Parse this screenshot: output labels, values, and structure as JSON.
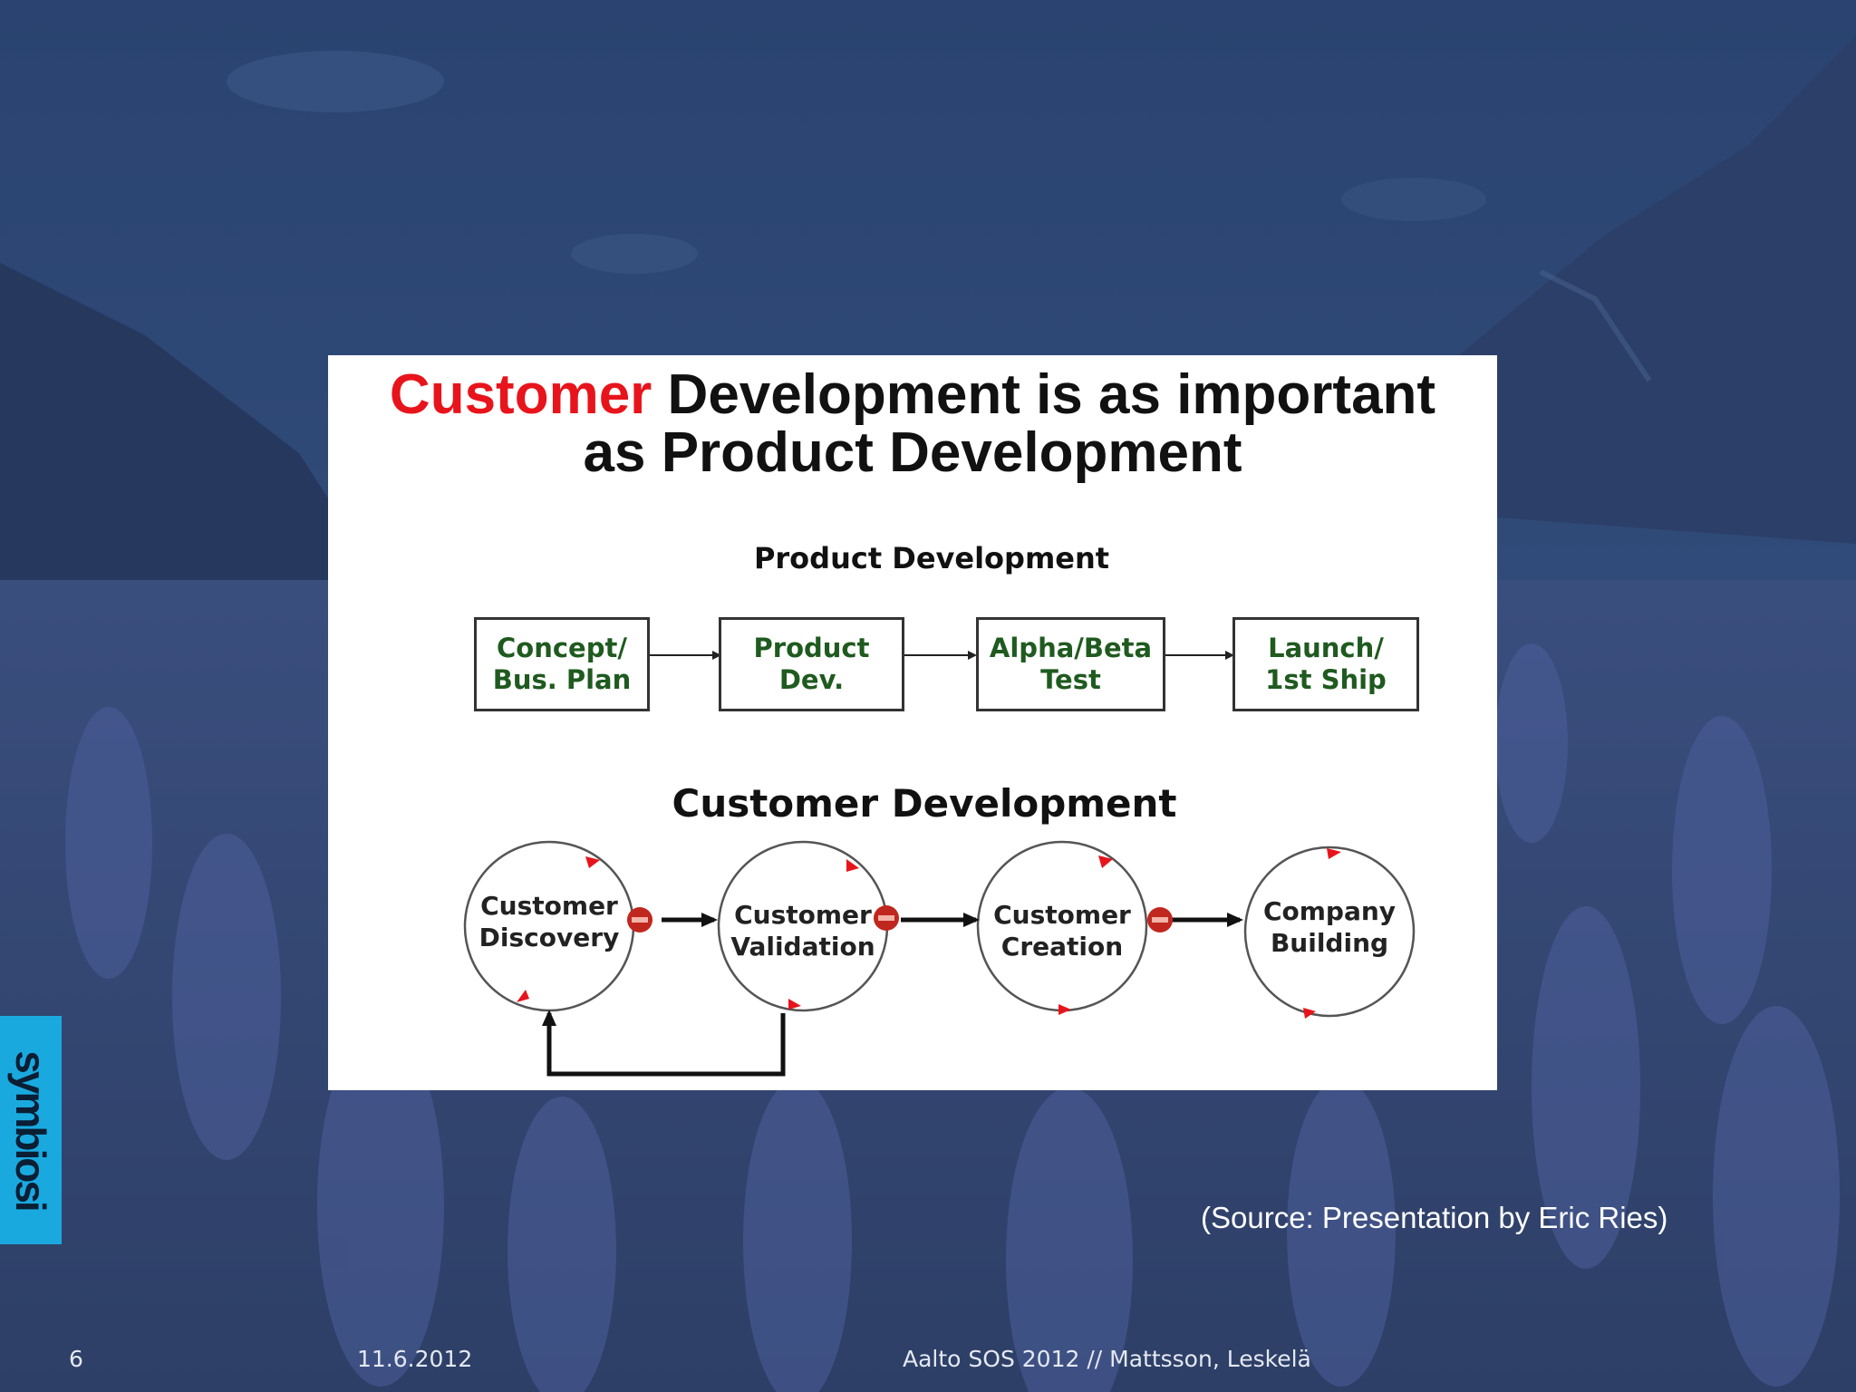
{
  "colors": {
    "slide_overlay": "#2d4771",
    "title_accent": "#e8141b",
    "box_text": "#1f5a1f",
    "stop_sign": "#c0271e",
    "logo_bg": "#1aa9df"
  },
  "figure": {
    "title_red": "Customer",
    "title_rest": " Development is as important",
    "title_line2": "as Product Development",
    "product_development": {
      "label": "Product Development",
      "steps": [
        "Concept/\nBus. Plan",
        "Product\nDev.",
        "Alpha/Beta\nTest",
        "Launch/\n1st Ship"
      ]
    },
    "customer_development": {
      "label": "Customer Development",
      "steps": [
        "Customer\nDiscovery",
        "Customer\nValidation",
        "Customer\nCreation",
        "Company\nBuilding"
      ],
      "stop_icons": [
        "stop-sign-icon",
        "stop-sign-icon",
        "stop-sign-icon"
      ]
    }
  },
  "source": "(Source: Presentation by Eric Ries)",
  "footer": {
    "page": "6",
    "date": "11.6.2012",
    "conference": "Aalto SOS 2012 // Mattsson, Leskelä"
  },
  "logo": {
    "text": "symbiosi"
  }
}
